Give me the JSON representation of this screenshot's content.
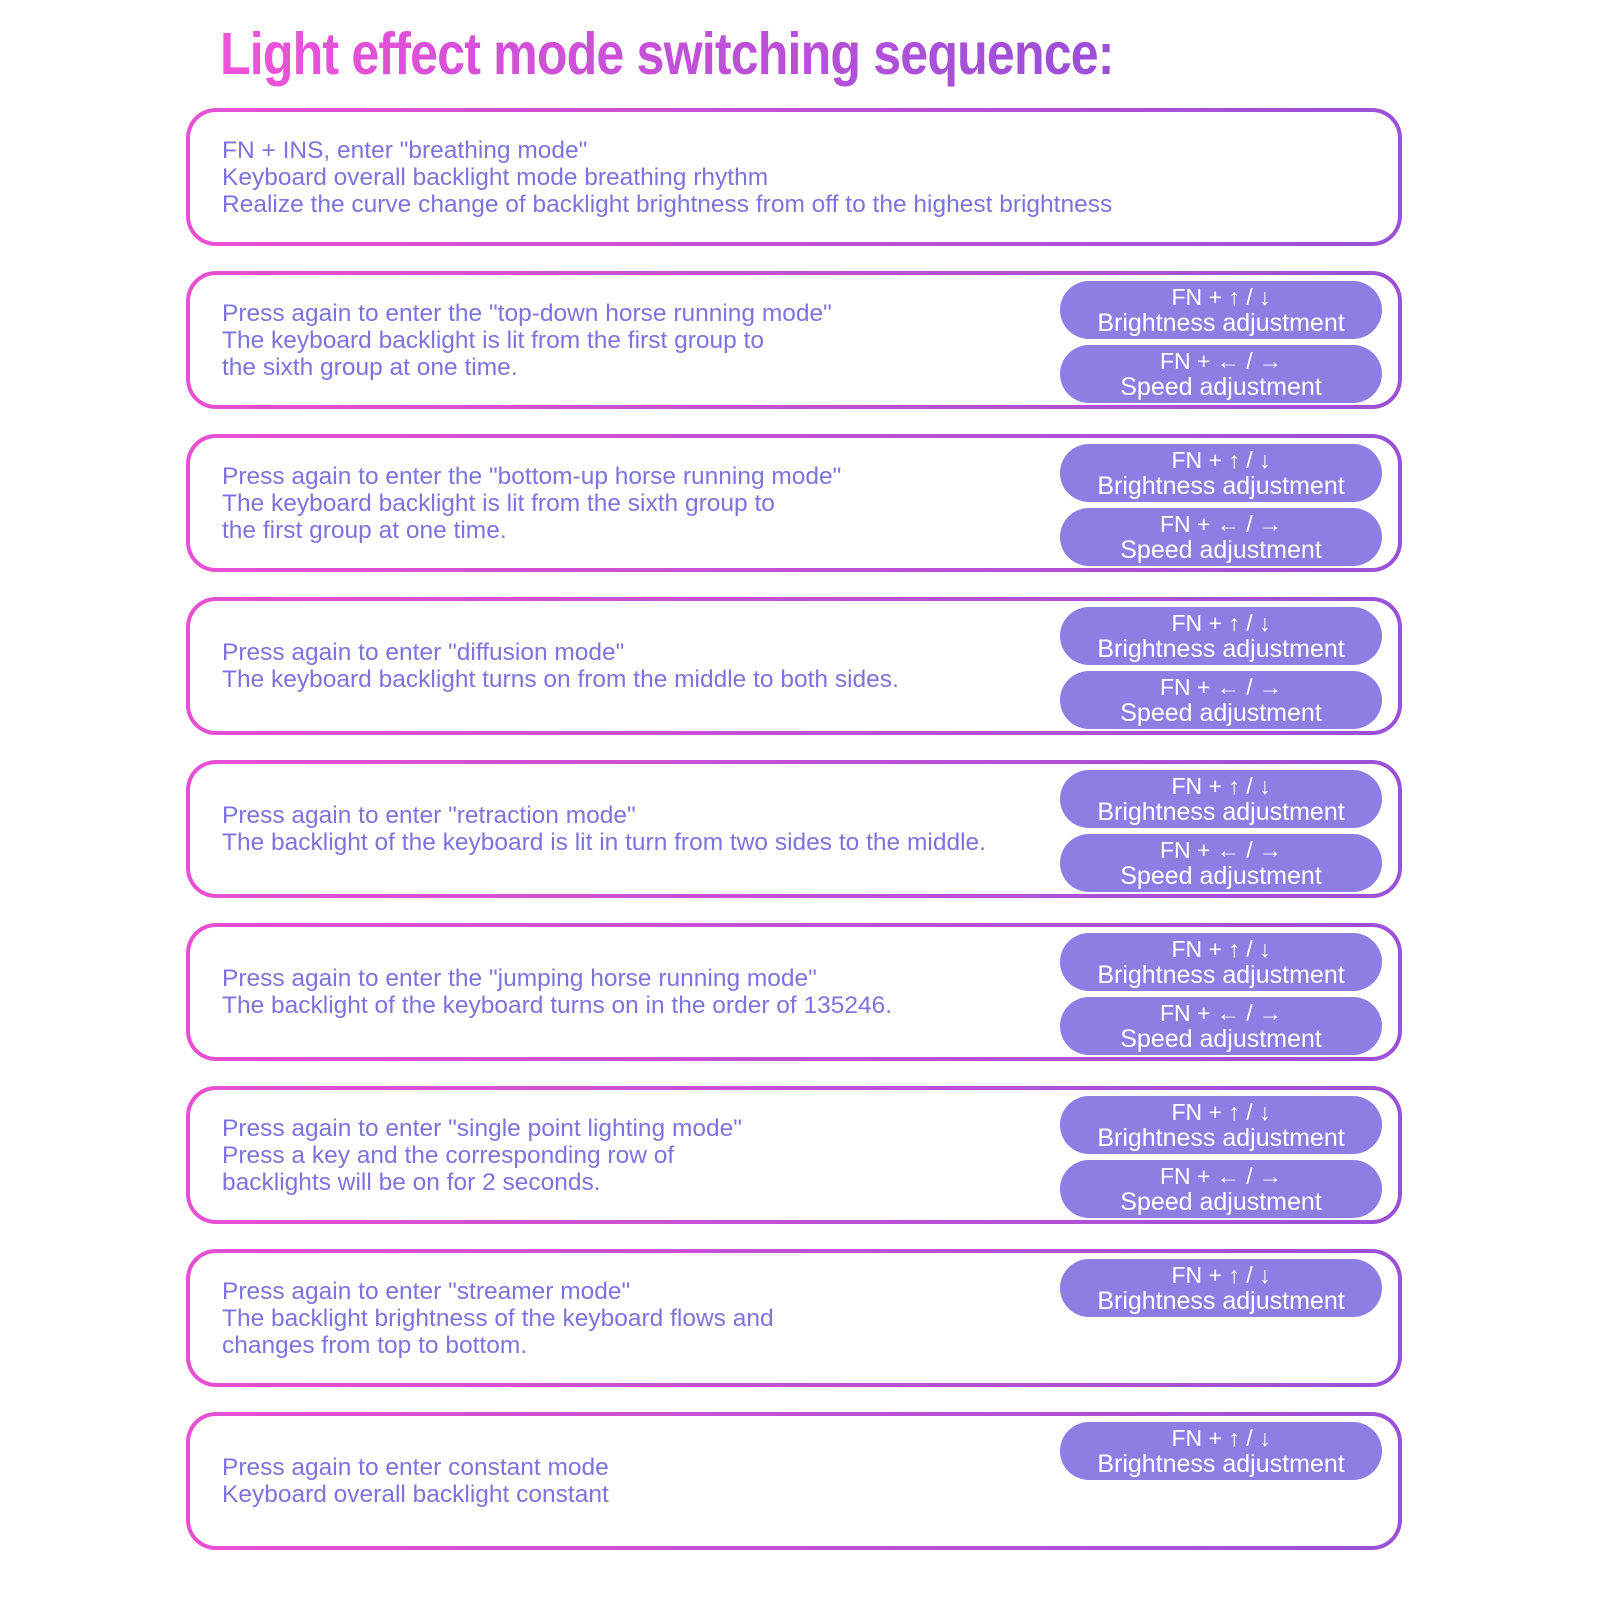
{
  "title": "Light effect mode switching sequence:",
  "colors": {
    "title_gradient_start": "#ee52d8",
    "title_gradient_end": "#9a4fd8",
    "box_border_gradient_start": "#e94fd2",
    "box_border_gradient_end": "#9a51d8",
    "pill_background": "#8d7ee4",
    "body_text": "#7d73de",
    "pill_text": "#ffffff",
    "background": "#ffffff"
  },
  "buttons": {
    "brightness": {
      "keys": "FN + ↑ / ↓",
      "label": "Brightness adjustment"
    },
    "speed": {
      "keys": "FN + ← / →",
      "label": "Speed adjustment"
    }
  },
  "boxes": [
    {
      "lines": [
        "FN + INS, enter \"breathing mode\"",
        "Keyboard overall backlight mode breathing rhythm",
        "Realize the curve change of backlight brightness from off to the highest brightness"
      ],
      "buttons": []
    },
    {
      "lines": [
        "Press again to enter the \"top-down horse running mode\"",
        "The keyboard backlight is lit from the first group to",
        "the sixth group at one time."
      ],
      "buttons": [
        "brightness",
        "speed"
      ]
    },
    {
      "lines": [
        "Press again to enter the \"bottom-up horse running mode\"",
        "The keyboard backlight is lit from the sixth group to",
        "the first group at one time."
      ],
      "buttons": [
        "brightness",
        "speed"
      ]
    },
    {
      "lines": [
        "Press again to enter \"diffusion mode\"",
        "The keyboard backlight turns on from the middle to both sides."
      ],
      "buttons": [
        "brightness",
        "speed"
      ]
    },
    {
      "lines": [
        "Press again to enter \"retraction mode\"",
        "The backlight of the keyboard is lit in turn from two sides to the middle."
      ],
      "buttons": [
        "brightness",
        "speed"
      ]
    },
    {
      "lines": [
        "Press again to enter the \"jumping horse running mode\"",
        "The backlight of the keyboard turns on in the order of 135246."
      ],
      "buttons": [
        "brightness",
        "speed"
      ]
    },
    {
      "lines": [
        "Press again to enter \"single point lighting mode\"",
        "Press a key and the corresponding row of",
        "backlights will be on for 2 seconds."
      ],
      "buttons": [
        "brightness",
        "speed"
      ]
    },
    {
      "lines": [
        "Press again to enter \"streamer mode\"",
        "The backlight brightness of the keyboard flows and",
        "changes from top to bottom."
      ],
      "buttons": [
        "brightness"
      ]
    },
    {
      "lines": [
        "Press again to enter constant mode",
        "Keyboard overall backlight constant"
      ],
      "buttons": [
        "brightness"
      ]
    }
  ]
}
